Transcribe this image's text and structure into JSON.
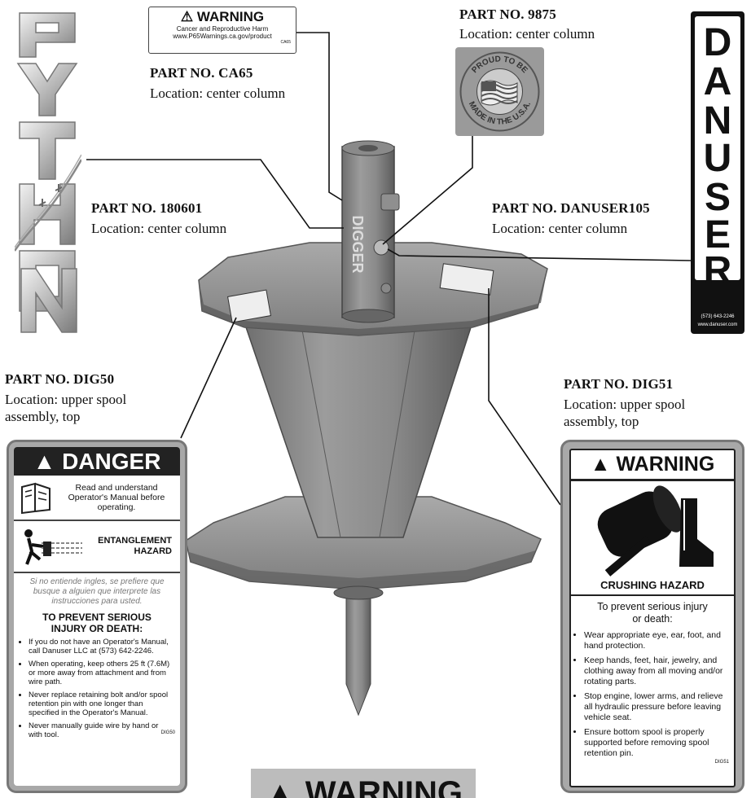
{
  "brand_left": {
    "letters": [
      "P",
      "Y",
      "T",
      "H",
      "O",
      "N"
    ]
  },
  "brand_right": {
    "letters": [
      "D",
      "A",
      "N",
      "U",
      "S",
      "E",
      "R"
    ],
    "phone": "(573) 643-2246",
    "web": "www.danuser.com"
  },
  "callouts": {
    "ca65": {
      "part": "PART NO. CA65",
      "location": "Location:  center column"
    },
    "p9875": {
      "part": "PART NO. 9875",
      "location": "Location: center column"
    },
    "p180601": {
      "part": "PART NO. 180601",
      "location": "Location:  center column"
    },
    "danuser105": {
      "part": "PART NO. DANUSER105",
      "location": "Location:  center column"
    },
    "dig50": {
      "part": "PART NO. DIG50",
      "location_1": "Location:  upper spool",
      "location_2": "assembly, top"
    },
    "dig51": {
      "part": "PART NO. DIG51",
      "location_1": "Location:  upper spool",
      "location_2": "assembly, top"
    }
  },
  "ca65_label": {
    "title": "WARNING",
    "line1": "Cancer and Reproductive Harm",
    "line2": "www.P65Warnings.ca.gov/product",
    "code": "CA65"
  },
  "seal": {
    "top": "PROUD TO BE",
    "bottom": "MADE IN THE U.S.A."
  },
  "danger_label": {
    "title": "DANGER",
    "read": "Read and understand Operator's Manual before operating.",
    "hazard_1": "ENTANGLEMENT",
    "hazard_2": "HAZARD",
    "spanish": "Si no entiende ingles, se prefiere que busque a alguien que interprete las instrucciones para usted.",
    "prevent_1": "TO PREVENT SERIOUS",
    "prevent_2": "INJURY OR DEATH:",
    "bullets": [
      "If you do not have an Operator's Manual, call Danuser LLC at (573) 642-2246.",
      "When operating, keep others 25 ft (7.6M) or more away from attachment and from wire path.",
      "Never replace retaining bolt and/or spool retention pin with one longer than specified in the Operator's Manual.",
      "Never manually guide wire by hand or with tool."
    ],
    "code": "DIG50"
  },
  "warning_label": {
    "title": "WARNING",
    "hazard": "CRUSHING HAZARD",
    "prevent_1": "To prevent serious injury",
    "prevent_2": "or death:",
    "bullets": [
      "Wear appropriate eye, ear, foot, and hand protection.",
      "Keep hands, feet, hair, jewelry, and clothing away from all moving and/or rotating parts.",
      "Stop engine, lower arms, and relieve all hydraulic pressure before leaving vehicle seat.",
      "Ensure bottom spool is properly supported before removing spool retention pin."
    ],
    "code": "DIG51"
  },
  "bottom_label": {
    "title": "WARNING"
  },
  "column_text": "DIGGER"
}
